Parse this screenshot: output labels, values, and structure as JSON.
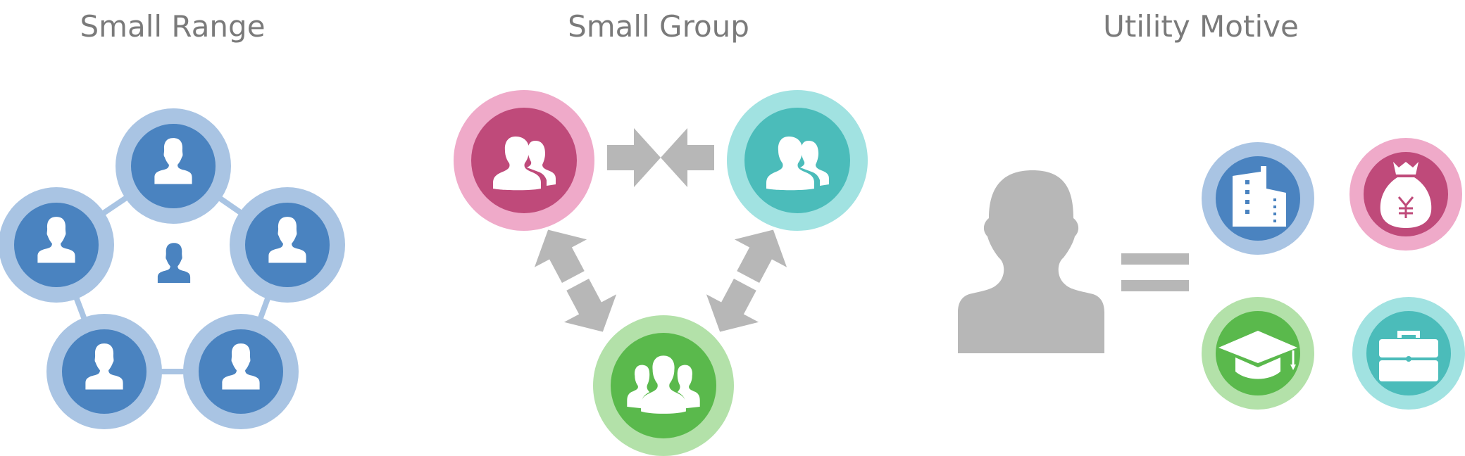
{
  "sections": {
    "small_range": {
      "title": "Small Range",
      "members": [
        {
          "icon": "person-icon"
        },
        {
          "icon": "person-icon"
        },
        {
          "icon": "person-icon"
        },
        {
          "icon": "person-icon"
        },
        {
          "icon": "person-icon"
        }
      ],
      "center_icon": "person-icon",
      "colors": {
        "outer": "#a9c4e3",
        "inner": "#4a83c0",
        "link": "#a9c4e3"
      }
    },
    "small_group": {
      "title": "Small Group",
      "groups": [
        {
          "icon": "group-icon",
          "outer": "#efaac9",
          "inner": "#bf4a7a"
        },
        {
          "icon": "group-icon",
          "outer": "#a1e2e1",
          "inner": "#4bbcba"
        },
        {
          "icon": "group-three-icon",
          "outer": "#b3e1a9",
          "inner": "#5ab94c"
        }
      ],
      "arrow_color": "#b7b7b7"
    },
    "utility_motive": {
      "title": "Utility Motive",
      "person_icon": "person-silhouette-icon",
      "equals_icon": "equals-icon",
      "motives": [
        {
          "icon": "building-icon",
          "outer": "#a9c4e3",
          "inner": "#4a83c0"
        },
        {
          "icon": "money-bag-yen-icon",
          "outer": "#efaac9",
          "inner": "#bf4a7a"
        },
        {
          "icon": "graduation-cap-icon",
          "outer": "#b3e1a9",
          "inner": "#5ab94c"
        },
        {
          "icon": "briefcase-icon",
          "outer": "#a1e2e1",
          "inner": "#4bbcba"
        }
      ],
      "silhouette_color": "#b7b7b7"
    }
  }
}
